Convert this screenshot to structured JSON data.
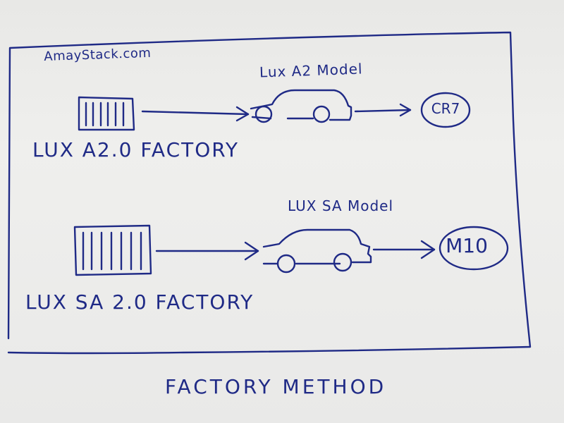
{
  "header": {
    "site": "AmayStack.com"
  },
  "rows": [
    {
      "factory": "LUX A2.0 FACTORY",
      "model": "Lux A2 Model",
      "product": "CR7"
    },
    {
      "factory": "LUX SA 2.0 FACTORY",
      "model": "LUX SA Model",
      "product": "M10"
    }
  ],
  "footer": {
    "title": "FACTORY METHOD"
  },
  "colors": {
    "ink": "#1f2a86",
    "paper": "#ecebea"
  }
}
